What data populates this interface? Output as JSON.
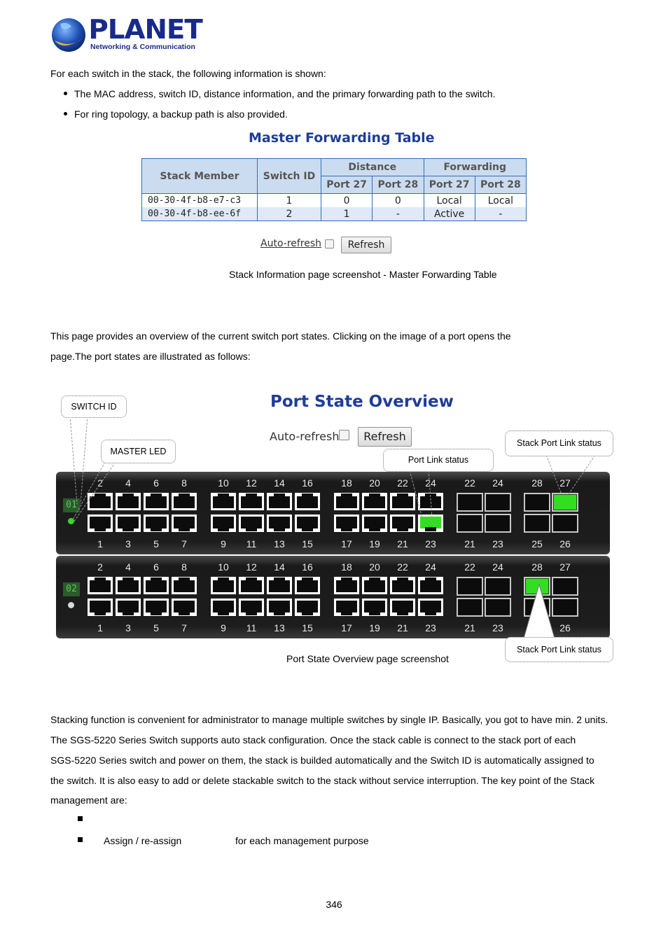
{
  "logo": {
    "brand": "PLANET",
    "tagline": "Networking & Communication"
  },
  "intro": {
    "text": "For each switch in the stack, the following information is shown:",
    "bullets": [
      "The MAC address, switch ID, distance information, and the primary forwarding path to the switch.",
      "For ring topology, a backup path is also provided."
    ]
  },
  "master_table": {
    "title": "Master Forwarding Table",
    "headers": {
      "stack_member": "Stack Member",
      "switch_id": "Switch ID",
      "distance": "Distance",
      "forwarding": "Forwarding",
      "port27": "Port 27",
      "port28": "Port 28"
    },
    "rows": [
      {
        "mac": "00-30-4f-b8-e7-c3",
        "id": "1",
        "d27": "0",
        "d28": "0",
        "f27": "Local",
        "f28": "Local"
      },
      {
        "mac": "00-30-4f-b8-ee-6f",
        "id": "2",
        "d27": "1",
        "d28": "-",
        "f27": "Active",
        "f28": "-"
      }
    ],
    "auto_refresh_label": "Auto-refresh",
    "refresh_label": "Refresh",
    "caption": "Stack Information page screenshot - Master Forwarding Table"
  },
  "overview_text": [
    "This page provides an overview of the current switch port states. Clicking on the image of a port opens the",
    "page.The port states are illustrated as follows:"
  ],
  "port_state": {
    "title": "Port State Overview",
    "auto_refresh_label": "Auto-refresh",
    "refresh_label": "Refresh",
    "callouts": {
      "switch_id": "SWITCH ID",
      "master_led": "MASTER LED",
      "port_link": "Port Link status",
      "stack_link_top": "Stack Port Link status",
      "stack_link_bottom": "Stack Port Link status"
    },
    "top_numbers": [
      "2",
      "4",
      "6",
      "8",
      "10",
      "12",
      "14",
      "16",
      "18",
      "20",
      "22",
      "24",
      "22",
      "24",
      "28",
      "27"
    ],
    "bottom_numbers": [
      "1",
      "3",
      "5",
      "7",
      "9",
      "11",
      "13",
      "15",
      "17",
      "19",
      "21",
      "23",
      "21",
      "23",
      "25",
      "26"
    ],
    "unit2_bottom_numbers": [
      "1",
      "3",
      "5",
      "7",
      "9",
      "11",
      "13",
      "15",
      "17",
      "19",
      "21",
      "23",
      "21",
      "23",
      "",
      "26"
    ],
    "units": [
      {
        "id": "01"
      },
      {
        "id": "02"
      }
    ],
    "colors": {
      "link": "#33dd22",
      "chassis": "#1d1d1d",
      "title": "#1f3d99"
    },
    "caption": "Port State Overview page screenshot"
  },
  "stacking": {
    "lines": [
      "Stacking function is convenient for administrator to manage multiple switches by single IP. Basically, you got to have min. 2 units.",
      "The SGS-5220 Series Switch supports auto stack configuration. Once the stack cable is connect to the stack port of each",
      "SGS-5220 Series switch and power on them, the stack is builded automatically and the Switch ID is automatically assigned to",
      "the switch. It is also easy to add or delete stackable switch to the stack without service interruption. The key point of the Stack",
      "management are:"
    ],
    "bullets": [
      {
        "a": "",
        "b": ""
      },
      {
        "a": "Assign / re-assign",
        "b": "for each management purpose"
      }
    ]
  },
  "page_number": "346"
}
